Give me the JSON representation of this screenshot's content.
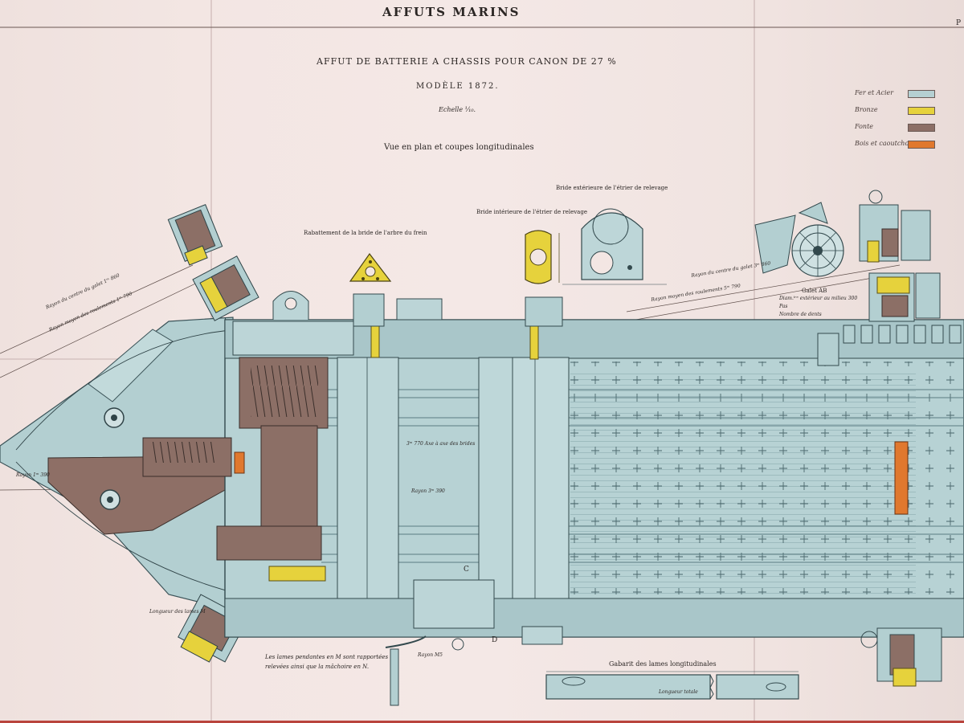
{
  "sheet": {
    "header": "AFFUTS MARINS",
    "title": "AFFUT DE BATTERIE A CHASSIS POUR CANON DE 27 %",
    "model": "MODÈLE 1872.",
    "scale": "Echelle ⅟₁₀.",
    "subtitle": "Vue en plan et coupes longitudinales",
    "corner_mark": "P",
    "colors": {
      "paper": "#f3e6e3",
      "steel": "#b5d0d2",
      "bronze": "#e6d23c",
      "cast_iron": "#8c6f66",
      "wood": "#e0782e",
      "ink": "#2b2624"
    }
  },
  "legend": [
    {
      "label": "Fer et Acier",
      "color": "#b5d0d2"
    },
    {
      "label": "Bronze",
      "color": "#e6d23c"
    },
    {
      "label": "Fonte",
      "color": "#8c6f66"
    },
    {
      "label": "Bois et caoutchouc",
      "color": "#e0782e"
    }
  ],
  "labels": {
    "bride_exterieure": "Bride extérieure de l'étrier de relevage",
    "bride_interieure": "Bride intérieure de l'étrier de relevage",
    "rabattement": "Rabattement de la bride de l'arbre du frein",
    "galet": "Galet AB",
    "galet_diam": "Diam.ᵗʳᵉ extérieur au milieu 300",
    "galet_pas": "Pas",
    "galet_dents": "Nombre de dents",
    "rayon_galet_front": "Rayon du centre du galet 1ᵐ 860",
    "rayon_roulements": "Rayon moyen des roulements 1ᵐ 790",
    "rayon_roulements_right": "Rayon moyen des roulements 5ᵐ 790",
    "rayon_galet_right": "Rayon du centre du galet 3ᵐ 860",
    "axe_freins": "3ᵐ 770 Axe à axe des brides",
    "rayon_mid": "Rayon 3ᵐ 390",
    "rayon_left": "Rayon 1ᵐ 390",
    "rayon_bottom": "Rayon M5",
    "longueur_left": "Longueur des lames M",
    "longueur_gabarit": "Longueur totale",
    "lames_note_1": "Les lames pendantes en M sont rapportées",
    "lames_note_2": "relevées ainsi que la mâchoire en N.",
    "gabarit": "Gabarit des lames longitudinales",
    "letter_c": "C",
    "letter_d": "D"
  }
}
